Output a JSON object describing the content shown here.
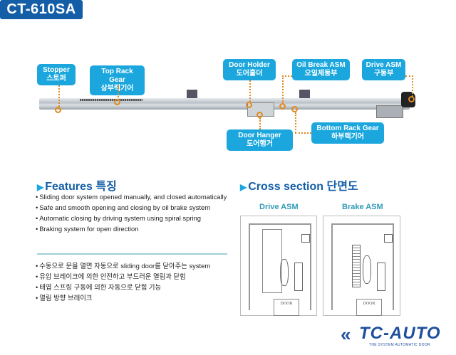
{
  "title": "CT-610SA",
  "callouts": {
    "stopper": {
      "en": "Stopper",
      "ko": "스토퍼"
    },
    "top_rack_gear": {
      "en": "Top Rack Gear",
      "ko": "상부랙기어"
    },
    "door_holder": {
      "en": "Door Holder",
      "ko": "도어홀더"
    },
    "oil_break": {
      "en": "Oil Break ASM",
      "ko": "오일제동부"
    },
    "drive_asm": {
      "en": "Drive ASM",
      "ko": "구동부"
    },
    "door_hanger": {
      "en": "Door Hanger",
      "ko": "도어행거"
    },
    "bottom_rack_gear": {
      "en": "Bottom Rack Gear",
      "ko": "하부랙기어"
    }
  },
  "features": {
    "heading": "Features 특징",
    "en": [
      "Sliding door system opened manually, and closed automatically",
      "Safe and smooth opening and closing by oil brake system",
      "Automatic closing by driving system using spiral spring",
      "Braking system for open direction"
    ],
    "ko": [
      "수동으로 문을 열면 자동으로 sliding door를 닫아주는 system",
      "유압 브레이크에 의한 안전하고 부드러운 열림과 닫힘",
      "태엽 스프링 구동에 의한 자동으로 닫힘 기능",
      "열림 방향 브레이크"
    ]
  },
  "cross_section": {
    "heading": "Cross section 단면도",
    "drive_label": "Drive ASM",
    "brake_label": "Brake ASM",
    "door_text": "DOOR"
  },
  "logo": {
    "name": "TC-AUTO",
    "tagline": "THE SYSTEM AUTOMATIC DOOR"
  },
  "colors": {
    "brand_dark": "#135ea6",
    "callout": "#1ba7de",
    "marker": "#e08a20"
  }
}
